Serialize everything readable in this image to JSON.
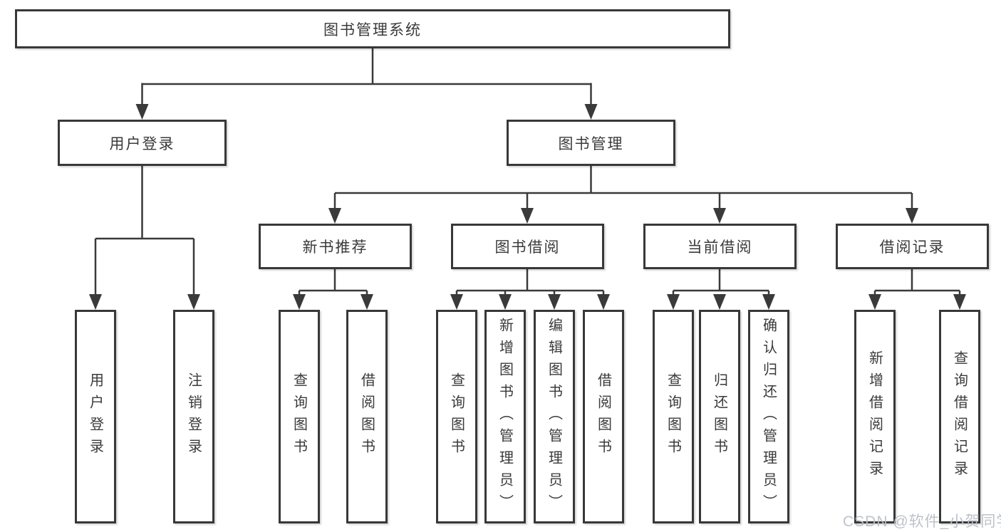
{
  "diagram": {
    "root": "图书管理系统",
    "level2": {
      "userLogin": "用户登录",
      "bookManagement": "图书管理"
    },
    "level3": {
      "newBookRecommend": "新书推荐",
      "bookBorrow": "图书借阅",
      "currentBorrow": "当前借阅",
      "borrowRecords": "借阅记录"
    },
    "leaves": {
      "userLogin": "用户登录",
      "logout": "注销登录",
      "nbQueryBooks": "查询图书",
      "nbBorrowBooks": "借阅图书",
      "bbQueryBooks": "查询图书",
      "bbAddBooks": "新增图书（管理员）",
      "bbEditBooks": "编辑图书（管理员）",
      "bbBorrowBooks": "借阅图书",
      "cbQueryBooks": "查询图书",
      "cbReturnBooks": "归还图书",
      "cbConfirmReturn": "确认归还（管理员）",
      "brAddRecord": "新增借阅记录",
      "brQueryRecord": "查询借阅记录"
    }
  },
  "watermark": "CSDN @软件_小贺同学",
  "colors": {
    "line": "#3a3a3a",
    "text": "#3a3a3a",
    "background": "#ffffff",
    "watermark": "#babfc6"
  }
}
